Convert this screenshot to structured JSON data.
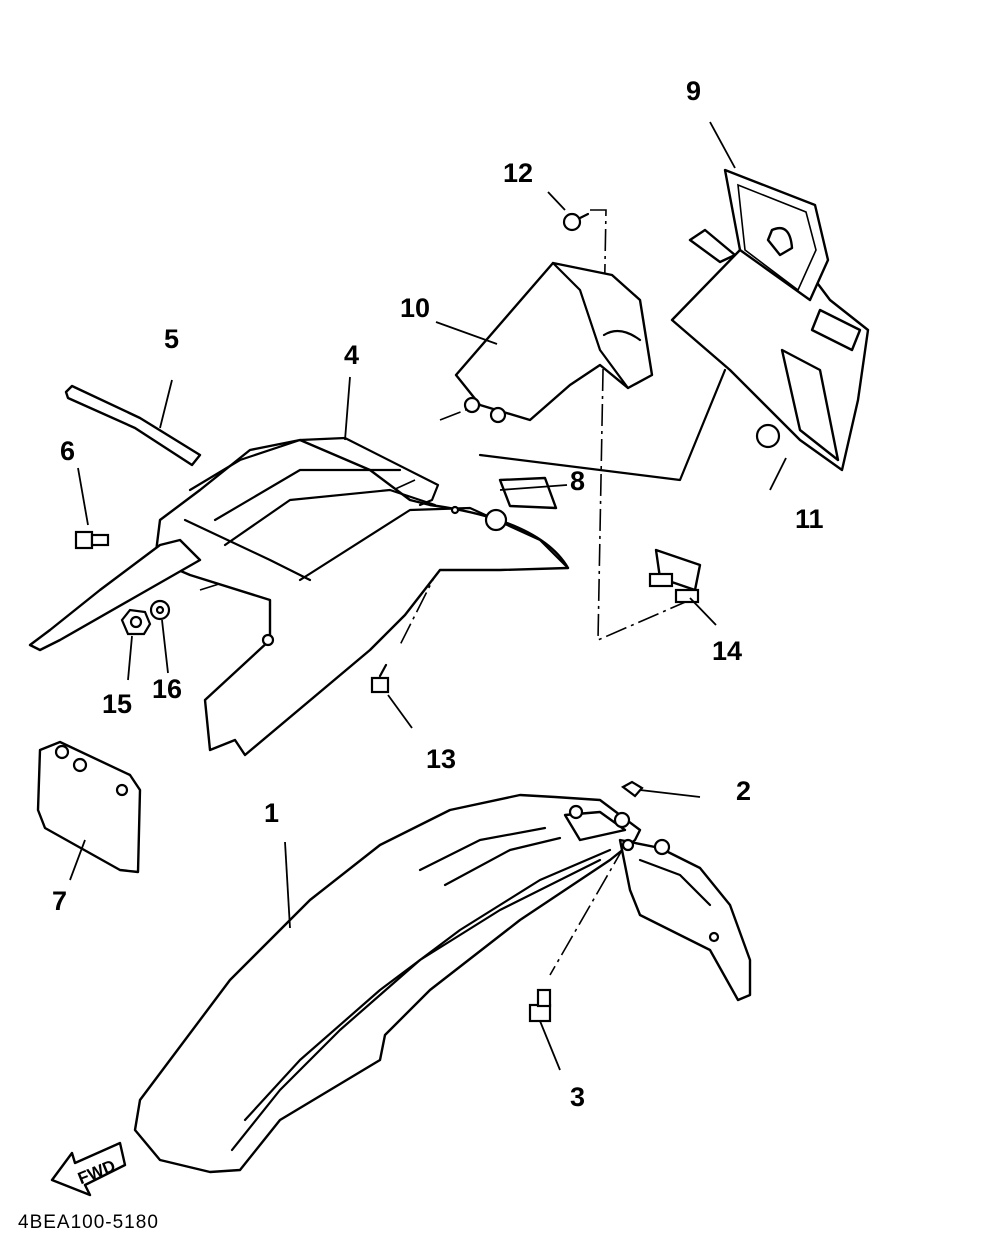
{
  "callouts": {
    "c1": "1",
    "c2": "2",
    "c3": "3",
    "c4": "4",
    "c5": "5",
    "c6": "6",
    "c7": "7",
    "c8": "8",
    "c9": "9",
    "c10": "10",
    "c11": "11",
    "c12": "12",
    "c13": "13",
    "c14": "14",
    "c15": "15",
    "c16": "16"
  },
  "fwd_label": "FWD",
  "diagram_code": "4BEA100-5180"
}
